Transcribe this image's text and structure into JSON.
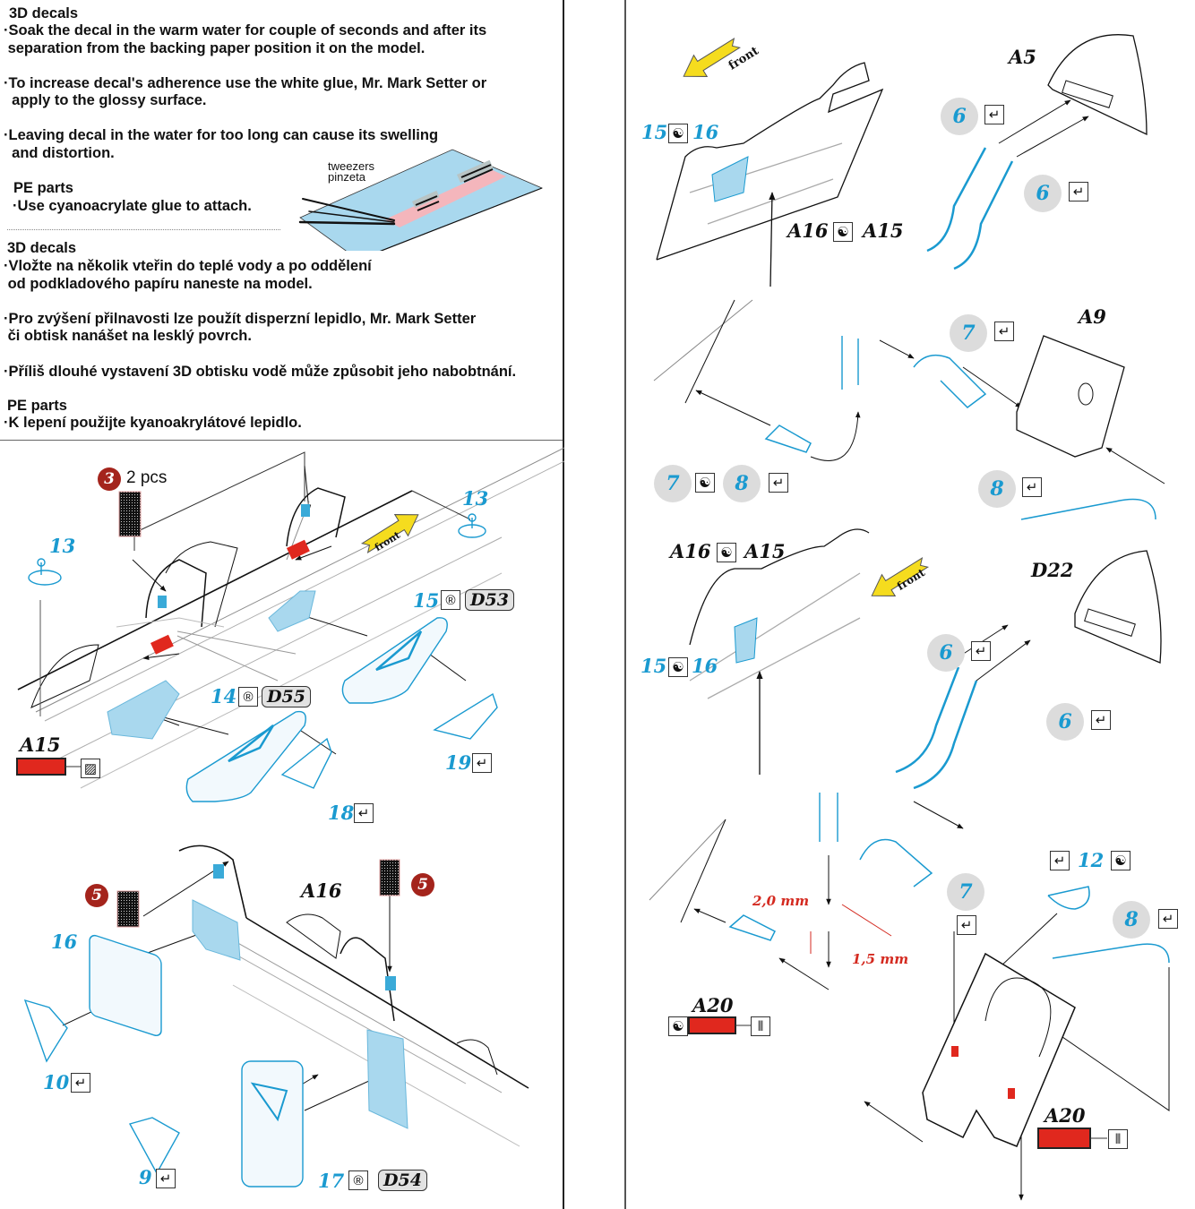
{
  "instructions_en": {
    "decals_heading": "3D decals",
    "decals_p1_l1": "·Soak the decal in the warm water for couple of seconds and after its",
    "decals_p1_l2": " separation from the backing paper position it on the model.",
    "decals_p2_l1": "·To increase decal's adherence use the white glue, Mr. Mark Setter or",
    "decals_p2_l2": "  apply to the glossy surface.",
    "decals_p3_l1": "·Leaving decal in the water for too long can cause its swelling",
    "decals_p3_l2": "  and distortion.",
    "pe_heading": "PE parts",
    "pe_p1": "·Use cyanoacrylate glue to attach.",
    "tweezers_en": "tweezers",
    "tweezers_cz": "pinzeta"
  },
  "instructions_cz": {
    "decals_heading": "3D decals",
    "decals_p1_l1": "·Vložte na několik vteřin do teplé vody a po oddělení",
    "decals_p1_l2": " od podkladového papíru naneste na model.",
    "decals_p2_l1": "·Pro zvýšení přilnavosti lze použít disperzní lepidlo, Mr. Mark Setter",
    "decals_p2_l2": " či obtisk nanášet na lesklý povrch.",
    "decals_p3": "·Příliš dlouhé vystavení 3D obtisku vodě může způsobit jeho nabobtnání.",
    "pe_heading": "PE parts",
    "pe_p1": "·K lepení použijte kyanoakrylátové lepidlo."
  },
  "step_left_top": {
    "decal_3": "3",
    "decal_3_qty": "2 pcs",
    "part_13_left": "13",
    "part_13_right": "13",
    "front_label": "front",
    "part_15": "15",
    "ref_d53": "D53",
    "part_14": "14",
    "ref_d55": "D55",
    "ref_a15": "A15",
    "part_19": "19",
    "part_18": "18"
  },
  "step_left_bottom": {
    "decal_5_left": "5",
    "decal_5_right": "5",
    "ref_a16": "A16",
    "part_16": "16",
    "part_10": "10",
    "part_9": "9",
    "part_17": "17",
    "ref_d54": "D54"
  },
  "step_right_1": {
    "front_label": "front",
    "part_15": "15",
    "part_16": "16",
    "ref_a16": "A16",
    "ref_a15": "A15",
    "ref_a5": "A5",
    "part_6_a": "6",
    "part_6_b": "6"
  },
  "step_right_2": {
    "ref_a9": "A9",
    "part_7_top": "7",
    "part_7": "7",
    "part_8": "8",
    "part_8_right": "8"
  },
  "step_right_3": {
    "ref_a16": "A16",
    "ref_a15": "A15",
    "front_label": "front",
    "ref_d22": "D22",
    "part_15": "15",
    "part_16": "16",
    "part_6_a": "6",
    "part_6_b": "6"
  },
  "step_right_4": {
    "dim_2mm": "2,0 mm",
    "dim_15mm": "1,5 mm",
    "ref_a20_left": "A20",
    "part_7": "7",
    "part_12": "12",
    "part_8": "8",
    "ref_a20_right": "A20"
  },
  "symbols": {
    "bend": "↵",
    "either": "☯",
    "replace": "®",
    "paint": "▨",
    "drill": "⫴"
  },
  "colors": {
    "pe_blue": "#1a9ad0",
    "clear_blue": "#a9d8ee",
    "paint_red": "#e0281e",
    "decal_red": "#a4241c",
    "arrow_yellow": "#f5dc1e",
    "part_grey": "#dcdcdc"
  }
}
